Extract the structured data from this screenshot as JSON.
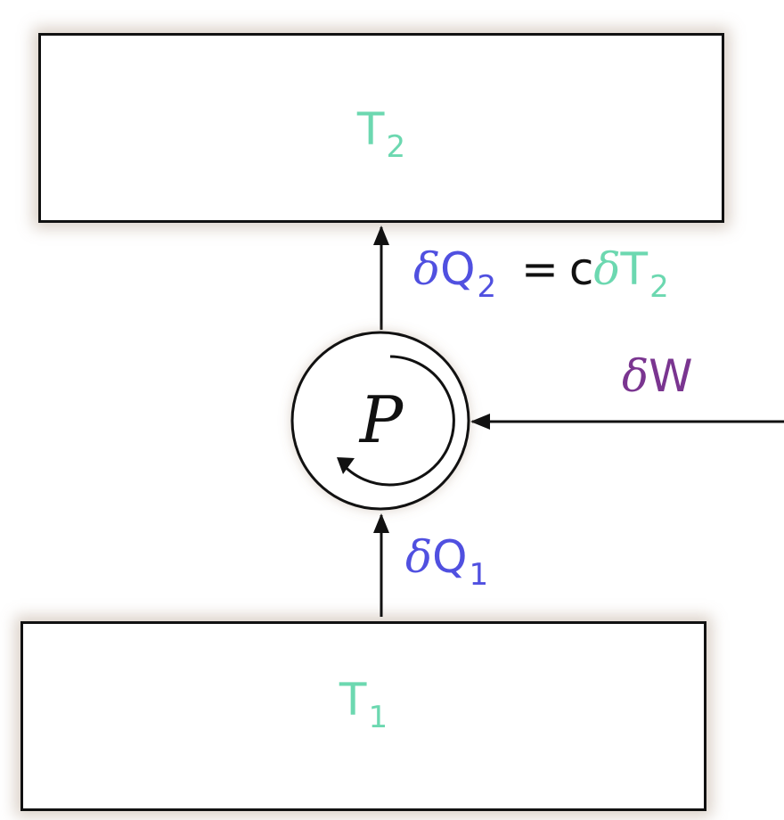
{
  "reservoirs": {
    "hot": {
      "symbol": "T",
      "index": "2"
    },
    "cold": {
      "symbol": "T",
      "index": "1"
    }
  },
  "pump": {
    "label": "P"
  },
  "flows": {
    "q2": {
      "delta": "δ",
      "symbol": "Q",
      "index": "2",
      "equals": "=",
      "coef": "c",
      "rhs_delta": "δ",
      "rhs_symbol": "T",
      "rhs_index": "2"
    },
    "q1": {
      "delta": "δ",
      "symbol": "Q",
      "index": "1"
    },
    "work": {
      "delta": "δ",
      "symbol": "W"
    }
  },
  "colors": {
    "temperature": "#6cd8b0",
    "heat": "#5050e0",
    "work": "#7a3590",
    "ink": "#111111"
  }
}
